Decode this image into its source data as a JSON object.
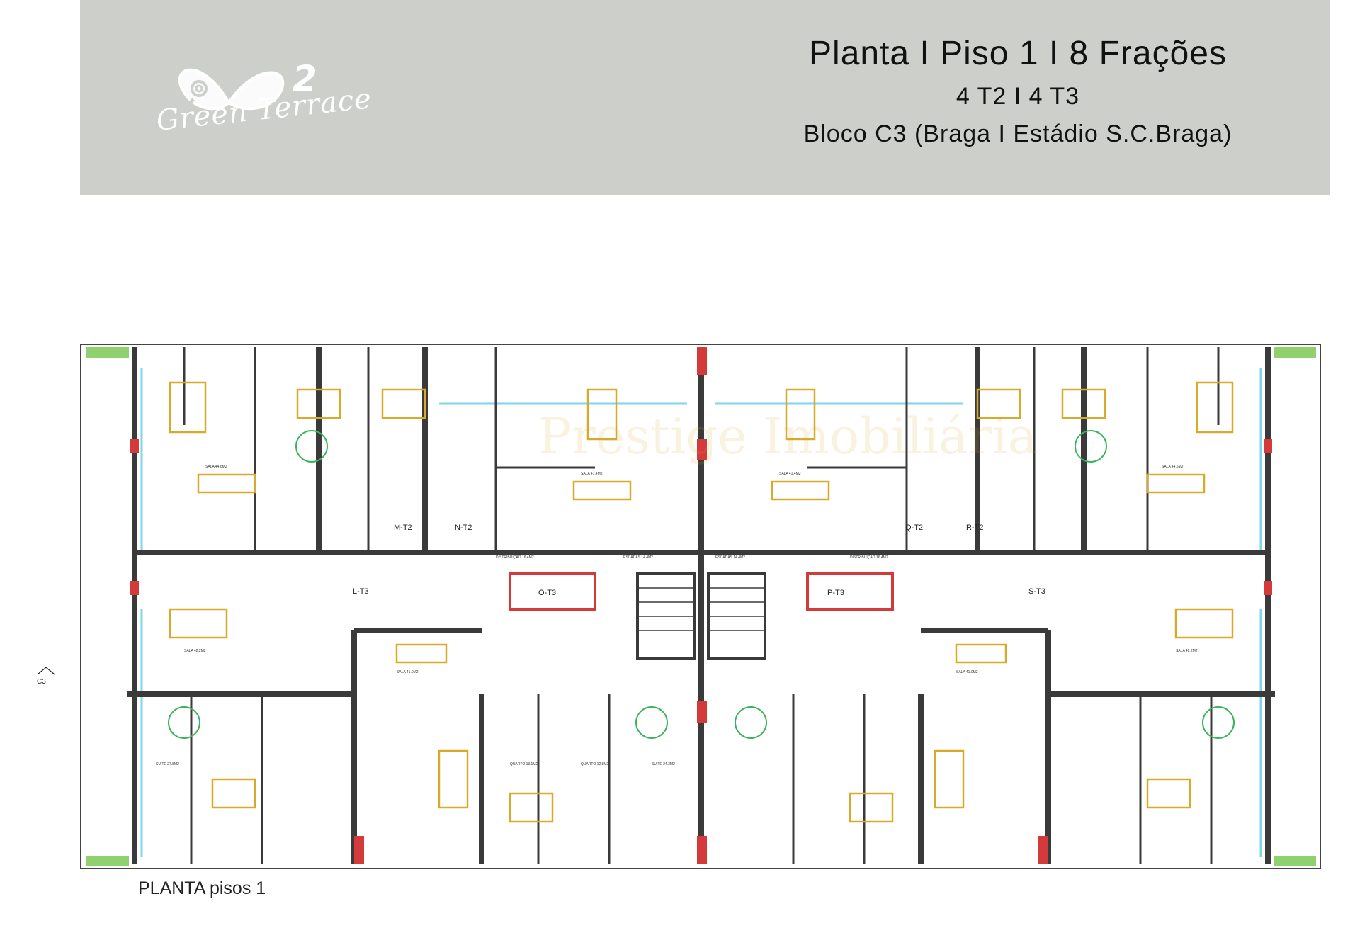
{
  "header": {
    "logo": {
      "brand": "Green Terrace",
      "number": "2",
      "icon": "butterfly-icon"
    },
    "title": "Planta I Piso 1 I 8 Frações",
    "typology": "4 T2 I 4 T3",
    "location": "Bloco C3 (Braga I Estádio S.C.Braga)"
  },
  "plan": {
    "caption": "PLANTA pisos 1",
    "section_marker": "C3",
    "watermark": "Prestige Imobiliária",
    "units": [
      "L-T3",
      "M-T2",
      "N-T2",
      "O-T3",
      "P-T3",
      "Q-T2",
      "R-T2",
      "S-T3"
    ],
    "common_areas": [
      "DISTRIBUIÇÃO 16.4M2",
      "ESCADAS 14.4M2",
      "ESCADAS 14.4M2",
      "DISTRIBUIÇÃO 16.4M2"
    ],
    "room_labels": [
      "SALA 44.6M2",
      "SALA 41.4M2",
      "SALA 41.4M2",
      "SALA 44.6M2",
      "SALA 42.2M2",
      "SALA 41.0M2",
      "SALA 41.0M2",
      "SALA 42.2M2",
      "SUITE 27.8M2",
      "SUITE 24.3M2",
      "QUARTO 13.1M2",
      "QUARTO 12.8M2"
    ],
    "colors": {
      "wall": "#3a3a3a",
      "column": "#d43a3a",
      "furniture": "#d8a92a",
      "glazing": "#7fd6e6",
      "fixtures": "#3bb35a",
      "planter": "#8fd06f"
    }
  }
}
